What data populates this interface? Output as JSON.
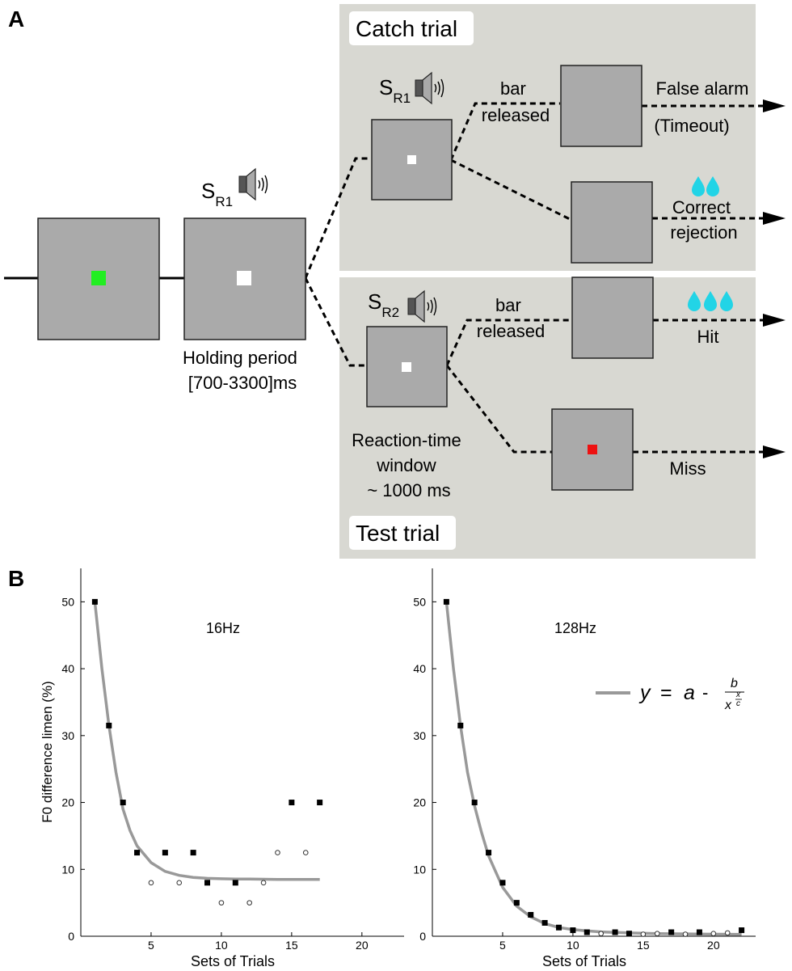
{
  "panel_a": {
    "label": "A",
    "catch_title": "Catch trial",
    "test_title": "Test trial",
    "holding_period": [
      "Holding period",
      "[700-3300]ms"
    ],
    "sound_r1": {
      "main": "S",
      "sub": "R1"
    },
    "sound_r2": {
      "main": "S",
      "sub": "R2"
    },
    "bar_released": [
      "bar",
      "released"
    ],
    "false_alarm": "False alarm",
    "timeout": "(Timeout)",
    "correct_rejection": [
      "Correct",
      "rejection"
    ],
    "hit": "Hit",
    "miss": "Miss",
    "reaction_window": [
      "Reaction-time",
      "window",
      "~ 1000 ms"
    ],
    "colors": {
      "green_cue": "#22ee22",
      "red_cue": "#ee1111",
      "drop": "#22d4e6",
      "screen": "#aaaaaa",
      "panel_bg": "#d8d8d2"
    }
  },
  "panel_b": {
    "label": "B",
    "formula": {
      "y": "y",
      "eq": "=",
      "a": "a",
      "dash": "-",
      "num": "b",
      "den_base": "x",
      "den_exp_num": "x",
      "den_exp_den": "c"
    }
  },
  "chart_data": [
    {
      "type": "scatter",
      "title": "16Hz",
      "xlabel": "Sets of Trials",
      "ylabel": "F0 difference limen (%)",
      "xlim": [
        0,
        23
      ],
      "ylim": [
        0,
        55
      ],
      "xticks": [
        5,
        10,
        15,
        20
      ],
      "yticks": [
        0,
        10,
        20,
        30,
        40,
        50
      ],
      "series": [
        {
          "marker": "filled-square",
          "x": [
            1,
            2,
            3,
            4,
            6,
            8,
            9,
            11,
            15,
            17
          ],
          "y": [
            50,
            31.5,
            20,
            12.5,
            12.5,
            12.5,
            8,
            8,
            20,
            20
          ]
        },
        {
          "marker": "open-circle",
          "x": [
            5,
            7,
            10,
            12,
            13,
            14,
            16
          ],
          "y": [
            8,
            8,
            5,
            5,
            8,
            12.5,
            12.5
          ]
        },
        {
          "marker": "gray-line",
          "x": [
            1,
            1.5,
            2,
            2.5,
            3,
            3.5,
            4,
            5,
            6,
            7,
            8,
            9,
            10,
            11,
            12,
            13,
            14,
            15,
            16,
            17
          ],
          "y": [
            50,
            40,
            31.5,
            24.5,
            19,
            15.8,
            13.5,
            11,
            9.7,
            9.1,
            8.8,
            8.65,
            8.6,
            8.55,
            8.55,
            8.52,
            8.5,
            8.5,
            8.5,
            8.5
          ]
        }
      ]
    },
    {
      "type": "scatter",
      "title": "128Hz",
      "xlabel": "Sets of Trials",
      "ylabel": "",
      "xlim": [
        0,
        23
      ],
      "ylim": [
        0,
        55
      ],
      "xticks": [
        5,
        10,
        15,
        20
      ],
      "yticks": [
        0,
        10,
        20,
        30,
        40,
        50
      ],
      "legend": {
        "position": "upper-right",
        "entry": "gray-line"
      },
      "series": [
        {
          "marker": "filled-square",
          "x": [
            1,
            2,
            3,
            4,
            5,
            6,
            7,
            8,
            9,
            10,
            11,
            13,
            14,
            17,
            19,
            22
          ],
          "y": [
            50,
            31.5,
            20,
            12.5,
            8,
            5,
            3.2,
            2,
            1.3,
            0.9,
            0.6,
            0.6,
            0.4,
            0.6,
            0.6,
            0.9
          ]
        },
        {
          "marker": "open-circle",
          "x": [
            12,
            15,
            16,
            18,
            20,
            21
          ],
          "y": [
            0.4,
            0.3,
            0.4,
            0.3,
            0.4,
            0.5
          ]
        },
        {
          "marker": "gray-line",
          "x": [
            1,
            1.5,
            2,
            2.5,
            3,
            3.5,
            4,
            5,
            6,
            7,
            8,
            9,
            10,
            11,
            12,
            14,
            16,
            18,
            20,
            22
          ],
          "y": [
            50,
            40,
            31.5,
            24.5,
            19.5,
            15.5,
            12,
            7.3,
            4.5,
            2.9,
            1.9,
            1.3,
            1.0,
            0.8,
            0.65,
            0.5,
            0.4,
            0.35,
            0.3,
            0.28
          ]
        }
      ]
    }
  ]
}
